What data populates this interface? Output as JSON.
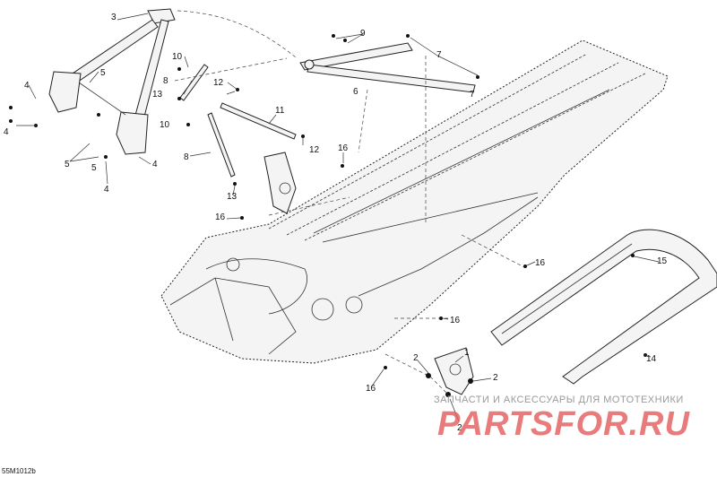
{
  "diagram": {
    "reference_code": "55M1012b",
    "callouts": [
      "1",
      "2",
      "2",
      "2",
      "3",
      "4",
      "4",
      "4",
      "4",
      "5",
      "5",
      "5",
      "6",
      "7",
      "7",
      "8",
      "8",
      "9",
      "10",
      "10",
      "11",
      "12",
      "12",
      "13",
      "13",
      "14",
      "15",
      "16",
      "16",
      "16",
      "16",
      "16"
    ]
  },
  "watermark": {
    "caption": "ЗАПЧАСТИ И АКСЕССУАРЫ ДЛЯ МОТОТЕХНИКИ",
    "logo_text": "PARTSFOR.RU"
  },
  "colors": {
    "line": "#222222",
    "watermark_red": "#e35b5b",
    "watermark_gray": "#9a9a9a"
  }
}
